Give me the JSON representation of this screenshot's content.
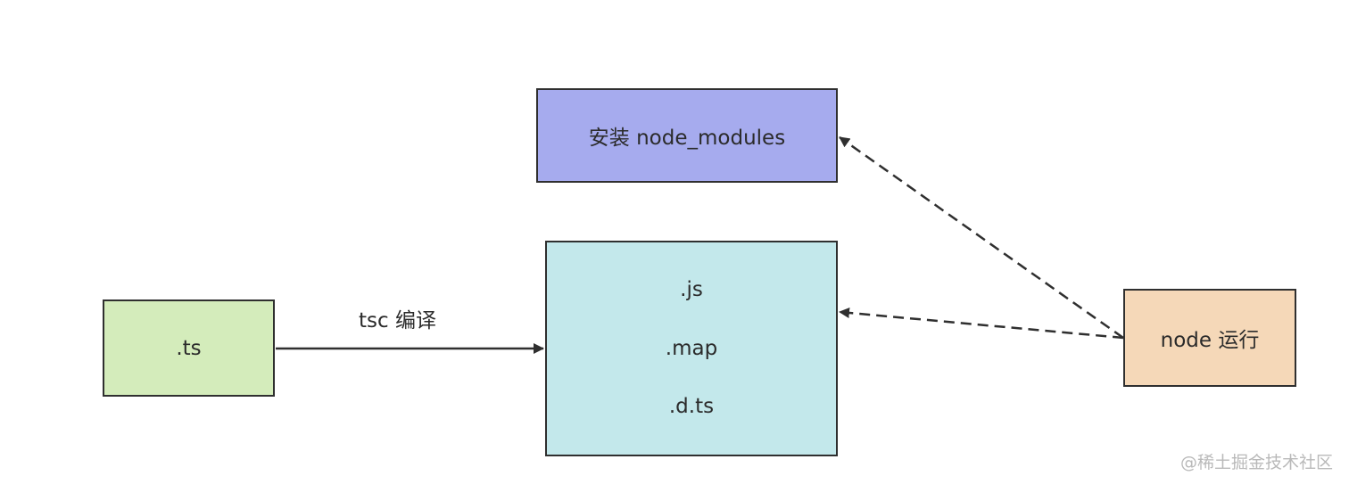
{
  "nodes": {
    "ts": ".ts",
    "modules": "安装 node_modules",
    "run": "node 运行",
    "output": [
      ".js",
      ".map",
      ".d.ts"
    ]
  },
  "edges": {
    "compile_label": "tsc 编译"
  },
  "colors": {
    "ts_fill": "#d4ecbb",
    "modules_fill": "#a6abee",
    "output_fill": "#c3e8eb",
    "run_fill": "#f5d8b8",
    "stroke": "#2f2f2f"
  },
  "watermark": "@稀土掘金技术社区"
}
